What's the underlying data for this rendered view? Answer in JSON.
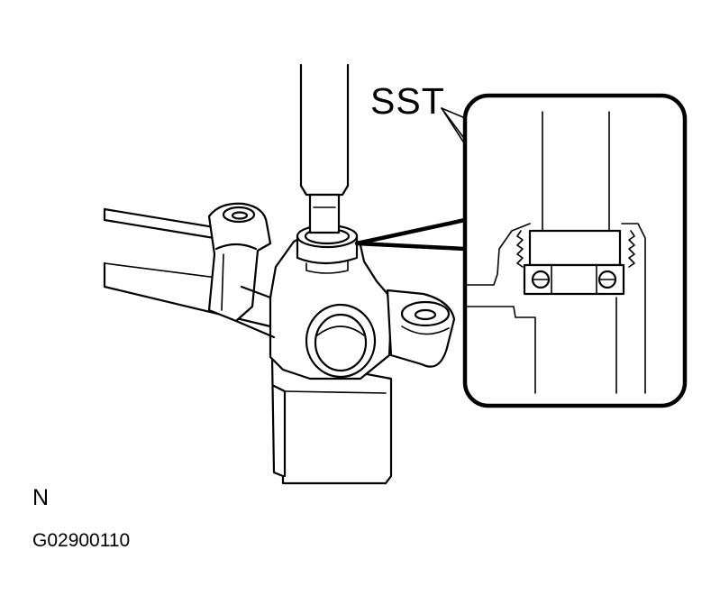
{
  "labels": {
    "sst": "SST",
    "view_marker": "N",
    "figure_code": "G02900110"
  },
  "colors": {
    "line": "#000000",
    "background": "#ffffff"
  }
}
